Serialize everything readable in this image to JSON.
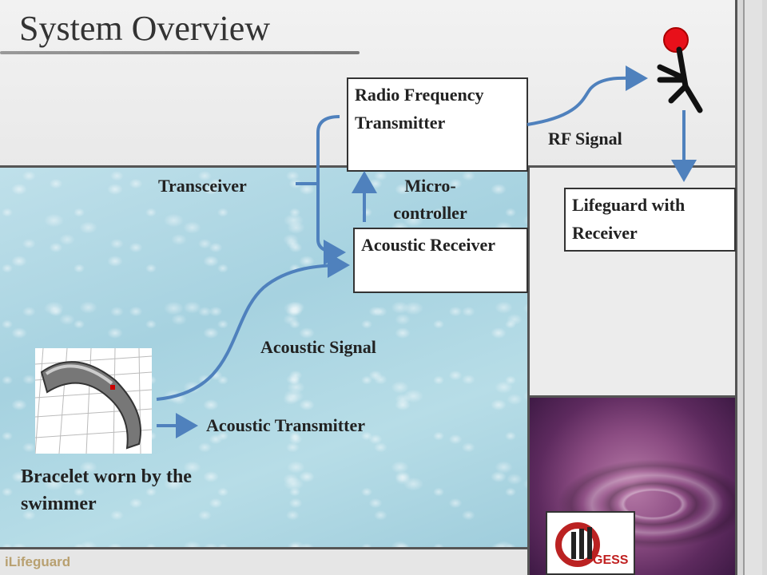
{
  "title": "System Overview",
  "boxes": {
    "rf_transmitter": "Radio Frequency Transmitter",
    "acoustic_receiver": "Acoustic Receiver",
    "lifeguard": "Lifeguard with Receiver"
  },
  "labels": {
    "transceiver": "Transceiver",
    "microcontroller": "Micro-controller",
    "rf_signal": "RF Signal",
    "acoustic_signal": "Acoustic Signal",
    "acoustic_transmitter": "Acoustic Transmitter",
    "bracelet": "Bracelet worn by the swimmer"
  },
  "logos": {
    "footer": "iLifeguard",
    "gess": "GESS"
  },
  "colors": {
    "arrow": "#4f81bd",
    "figure_head": "#e8101a"
  }
}
